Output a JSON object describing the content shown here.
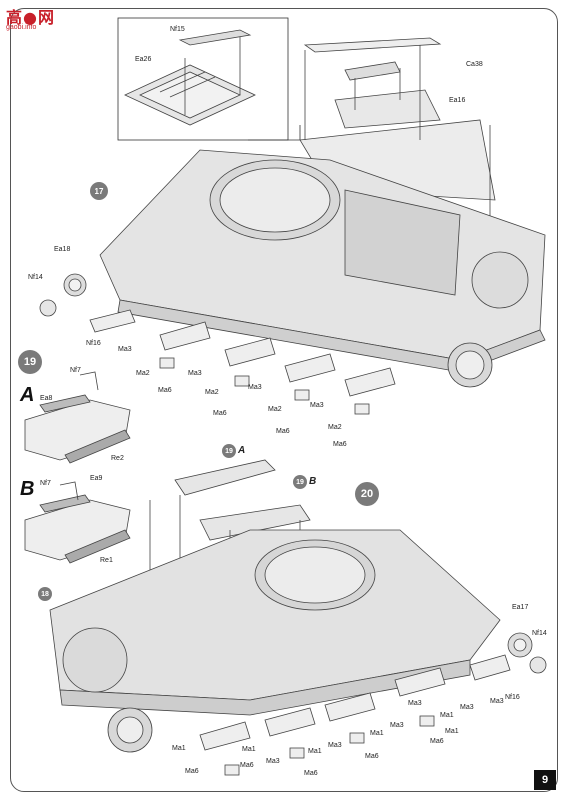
{
  "logo": {
    "main": "高●网",
    "sub": "gaobi.info"
  },
  "page_number": "9",
  "step17": {
    "number": "17",
    "labels": {
      "nf15": "Nf15",
      "ea26": "Ea26",
      "ca38": "Ca38",
      "ea16": "Ea16",
      "ea18": "Ea18",
      "nf14": "Nf14",
      "nf16": "Nf16",
      "ma3_a": "Ma3",
      "ma2_a": "Ma2",
      "ma3_b": "Ma3",
      "ma6_a": "Ma6",
      "ma2_b": "Ma2",
      "ma3_c": "Ma3",
      "ma6_b": "Ma6",
      "ma2_c": "Ma2",
      "ma3_d": "Ma3",
      "ma6_c": "Ma6",
      "ma2_d": "Ma2",
      "ma6_d": "Ma6"
    }
  },
  "step19": {
    "number": "19",
    "A": {
      "letter": "A",
      "nf7": "Nf7",
      "ea8": "Ea8",
      "re2": "Re2"
    },
    "B": {
      "letter": "B",
      "nf7": "Nf7",
      "ea9": "Ea9",
      "re1": "Re1"
    }
  },
  "step20": {
    "number": "20",
    "ref18": "18",
    "ref19a_num": "19",
    "ref19a_letter": "A",
    "ref19b_num": "19",
    "ref19b_letter": "B",
    "labels": {
      "ea17": "Ea17",
      "nf14": "Nf14",
      "nf16": "Nf16",
      "ma3_a": "Ma3",
      "ma1_a": "Ma1",
      "ma6_a": "Ma6",
      "ma3_b": "Ma3",
      "ma1_b": "Ma1",
      "ma6_b": "Ma6",
      "ma3_c": "Ma3",
      "ma1_c": "Ma1",
      "ma6_c": "Ma6",
      "ma3_d": "Ma3",
      "ma1_d": "Ma1",
      "ma6_d": "Ma6",
      "ma1_e": "Ma1",
      "ma3_e": "Ma3",
      "ma6_e": "Ma6",
      "ma1_f": "Ma1",
      "ma3_f": "Ma3"
    }
  }
}
